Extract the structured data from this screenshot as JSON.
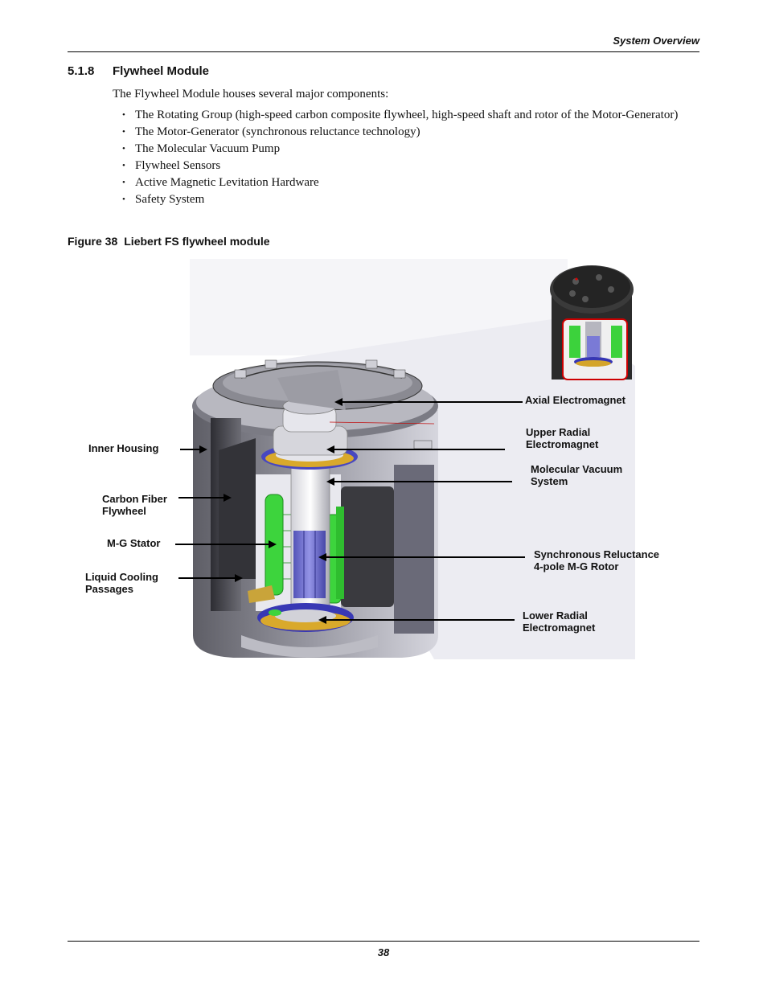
{
  "header": {
    "section": "System Overview"
  },
  "section": {
    "number": "5.1.8",
    "title": "Flywheel Module"
  },
  "intro": "The Flywheel Module houses several major components:",
  "bullets": [
    "The Rotating Group (high-speed carbon composite flywheel, high-speed shaft and rotor of the Motor-Generator)",
    "The Motor-Generator (synchronous reluctance technology)",
    "The Molecular Vacuum Pump",
    "Flywheel Sensors",
    "Active Magnetic Levitation Hardware",
    "Safety System"
  ],
  "figure": {
    "label": "Figure 38",
    "title": "Liebert FS flywheel module",
    "callouts": {
      "axial_electromagnet": "Axial Electromagnet",
      "upper_radial_electromagnet": "Upper Radial\nElectromagnet",
      "molecular_vacuum_system": "Molecular Vacuum\nSystem",
      "synchronous_reluctance_rotor": "Synchronous Reluctance\n4-pole M-G Rotor",
      "lower_radial_electromagnet": "Lower Radial\nElectromagnet",
      "inner_housing": "Inner Housing",
      "carbon_fiber_flywheel": "Carbon Fiber\nFlywheel",
      "mg_stator": "M-G Stator",
      "liquid_cooling_passages": "Liquid Cooling\nPassages"
    }
  },
  "footer": {
    "page_number": "38"
  }
}
